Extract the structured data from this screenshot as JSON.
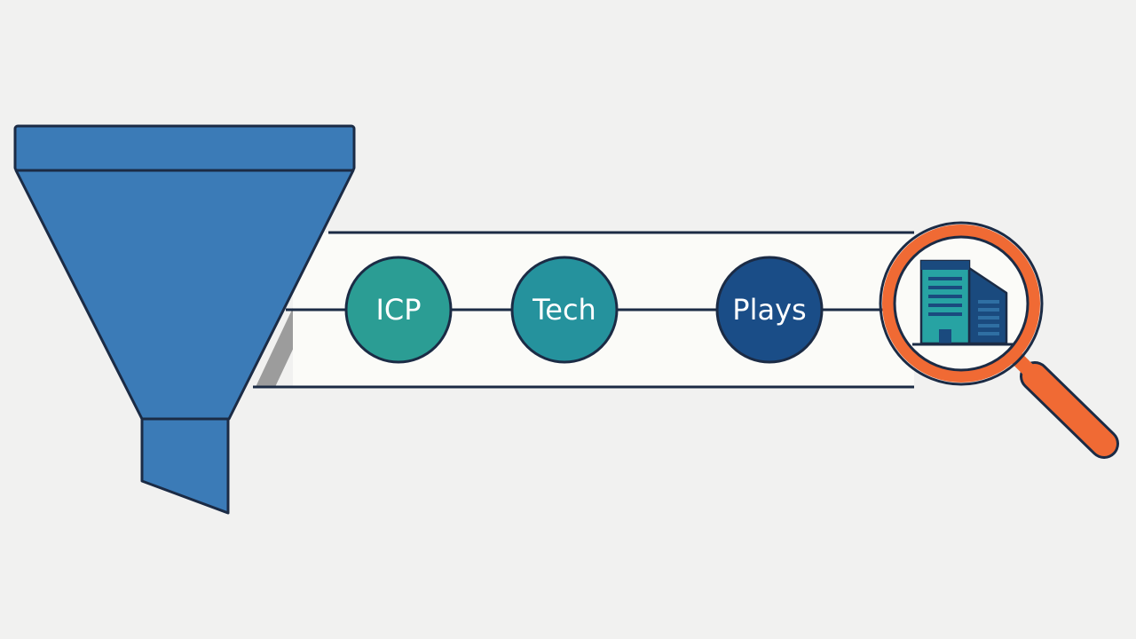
{
  "diagram": {
    "stages": [
      {
        "label": "ICP",
        "color": "#2b9d94"
      },
      {
        "label": "Tech",
        "color": "#25929d"
      },
      {
        "label": "Plays",
        "color": "#1a4d87"
      }
    ],
    "icons": {
      "funnel": "funnel-icon",
      "magnifier": "magnifying-glass-icon",
      "building": "office-building-icon"
    },
    "colors": {
      "background": "#f1f1f0",
      "funnel": "#3b7bb7",
      "outline": "#1b2b45",
      "track": "#fbfbf8",
      "magnifier": "#f06a34",
      "building_front": "#27a3a3",
      "building_back": "#1a4a7e"
    }
  }
}
